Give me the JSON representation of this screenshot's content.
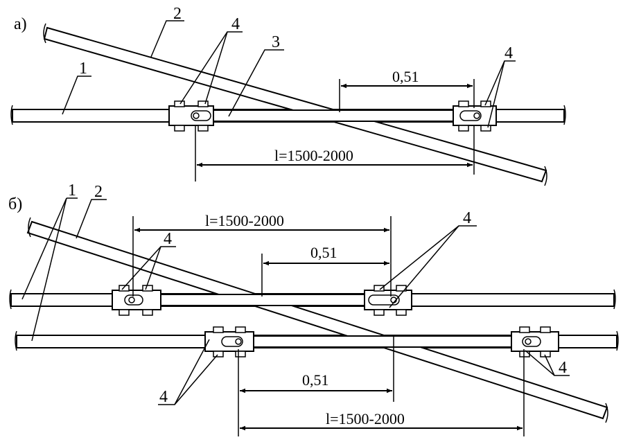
{
  "variant_a": {
    "panel_label": "а)",
    "callouts": {
      "wire_1": "1",
      "wire_2": "2",
      "insert_3": "3",
      "clamps_left": "4",
      "clamps_right": "4"
    },
    "dim_overlap": "0,51",
    "dim_length": "l=1500-2000"
  },
  "variant_b": {
    "panel_label": "б)",
    "callouts": {
      "wires_1": "1",
      "wire_2": "2",
      "clamps_upper_left": "4",
      "clamps_upper_right": "4",
      "clamps_lower_left": "4",
      "clamps_lower_right": "4"
    },
    "dim_upper_length": "l=1500-2000",
    "dim_upper_overlap": "0,51",
    "dim_lower_overlap": "0,51",
    "dim_lower_length": "l=1500-2000"
  }
}
